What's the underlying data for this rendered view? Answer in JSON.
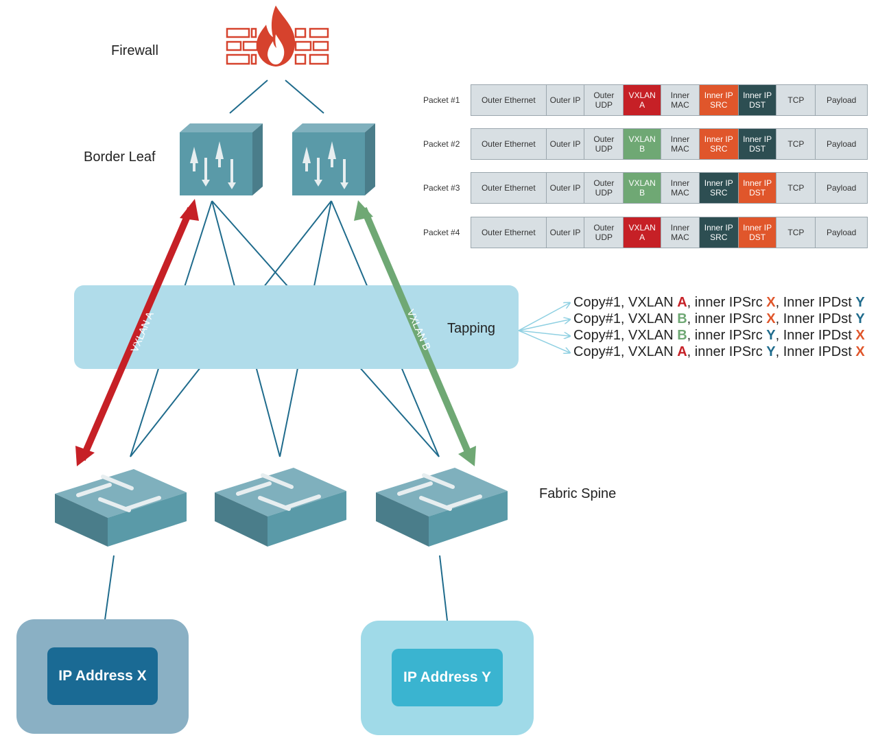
{
  "labels": {
    "firewall": "Firewall",
    "border_leaf": "Border Leaf",
    "tapping": "Tapping",
    "fabric_spine": "Fabric Spine",
    "vxlan_a_arrow": "VXLAN A",
    "vxlan_b_arrow": "VXLAN B"
  },
  "hosts": {
    "x": "IP Address X",
    "y": "IP Address Y"
  },
  "packets": [
    {
      "label": "Packet #1",
      "cells": [
        {
          "text": "Outer Ethernet",
          "style": "grey"
        },
        {
          "text": "Outer IP",
          "style": "grey"
        },
        {
          "text": "Outer UDP",
          "style": "grey"
        },
        {
          "text": "VXLAN A",
          "style": "red"
        },
        {
          "text": "Inner MAC",
          "style": "grey"
        },
        {
          "text": "Inner IP SRC",
          "style": "orange"
        },
        {
          "text": "Inner IP DST",
          "style": "dark"
        },
        {
          "text": "TCP",
          "style": "grey"
        },
        {
          "text": "Payload",
          "style": "grey"
        }
      ]
    },
    {
      "label": "Packet #2",
      "cells": [
        {
          "text": "Outer Ethernet",
          "style": "grey"
        },
        {
          "text": "Outer IP",
          "style": "grey"
        },
        {
          "text": "Outer UDP",
          "style": "grey"
        },
        {
          "text": "VXLAN B",
          "style": "green"
        },
        {
          "text": "Inner MAC",
          "style": "grey"
        },
        {
          "text": "Inner IP SRC",
          "style": "orange"
        },
        {
          "text": "Inner IP DST",
          "style": "dark"
        },
        {
          "text": "TCP",
          "style": "grey"
        },
        {
          "text": "Payload",
          "style": "grey"
        }
      ]
    },
    {
      "label": "Packet #3",
      "cells": [
        {
          "text": "Outer Ethernet",
          "style": "grey"
        },
        {
          "text": "Outer IP",
          "style": "grey"
        },
        {
          "text": "Outer UDP",
          "style": "grey"
        },
        {
          "text": "VXLAN B",
          "style": "green"
        },
        {
          "text": "Inner MAC",
          "style": "grey"
        },
        {
          "text": "Inner IP SRC",
          "style": "dark"
        },
        {
          "text": "Inner IP DST",
          "style": "orange"
        },
        {
          "text": "TCP",
          "style": "grey"
        },
        {
          "text": "Payload",
          "style": "grey"
        }
      ]
    },
    {
      "label": "Packet #4",
      "cells": [
        {
          "text": "Outer Ethernet",
          "style": "grey"
        },
        {
          "text": "Outer IP",
          "style": "grey"
        },
        {
          "text": "Outer UDP",
          "style": "grey"
        },
        {
          "text": "VXLAN A",
          "style": "red"
        },
        {
          "text": "Inner MAC",
          "style": "grey"
        },
        {
          "text": "Inner IP SRC",
          "style": "dark"
        },
        {
          "text": "Inner IP DST",
          "style": "orange"
        },
        {
          "text": "TCP",
          "style": "grey"
        },
        {
          "text": "Payload",
          "style": "grey"
        }
      ]
    }
  ],
  "copies": [
    {
      "prefix": "Copy#1, VXLAN ",
      "vxlan": "A",
      "vxlan_color": "red",
      "mid": ", inner IPSrc ",
      "src": "X",
      "src_color": "orange",
      "mid2": ", Inner IPDst ",
      "dst": "Y",
      "dst_color": "blue"
    },
    {
      "prefix": "Copy#1, VXLAN ",
      "vxlan": "B",
      "vxlan_color": "green",
      "mid": ", inner IPSrc ",
      "src": "X",
      "src_color": "orange",
      "mid2": ", Inner IPDst ",
      "dst": "Y",
      "dst_color": "blue"
    },
    {
      "prefix": "Copy#1, VXLAN ",
      "vxlan": "B",
      "vxlan_color": "green",
      "mid": ", inner IPSrc ",
      "src": "Y",
      "src_color": "blue",
      "mid2": ", Inner IPDst ",
      "dst": "X",
      "dst_color": "orange"
    },
    {
      "prefix": "Copy#1, VXLAN ",
      "vxlan": "A",
      "vxlan_color": "red",
      "mid": ", inner IPSrc ",
      "src": "Y",
      "src_color": "blue",
      "mid2": ", Inner IPDst ",
      "dst": "X",
      "dst_color": "orange"
    }
  ],
  "colors": {
    "red": "#c62026",
    "green": "#6fa874",
    "orange": "#e0562b",
    "dark": "#2d4e52",
    "grey": "#d8dfe3",
    "blue": "#1f6b8c",
    "link": "#1f6b8c",
    "switch_top": "#7fb0bd",
    "switch_front": "#5a9aa8",
    "switch_side": "#4a7d8a",
    "host_x_bg": "#8ab0c4",
    "host_x_inner": "#1a6a94",
    "host_y_bg": "#a0dae8",
    "host_y_inner": "#3ab4d0",
    "tap_band": "#b0dcea"
  },
  "icons": [
    "firewall-icon",
    "border-leaf-switch-icon",
    "spine-switch-icon"
  ]
}
